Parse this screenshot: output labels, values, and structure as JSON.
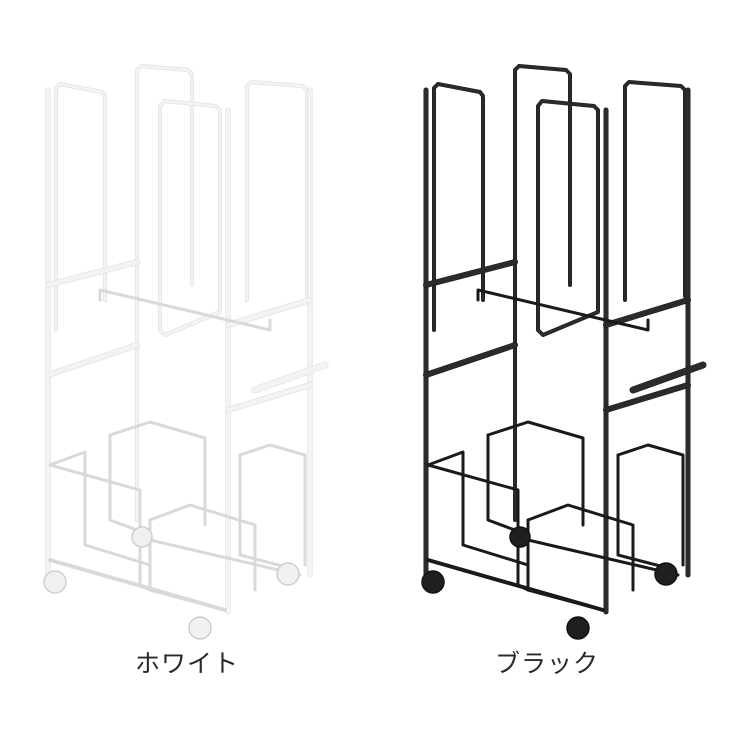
{
  "variants": [
    {
      "label": "ホワイト",
      "color_name": "white",
      "frame_color": "#f3f3f3",
      "edge_color": "#d9d9d9",
      "wheel_color": "#f0f0f0",
      "wheel_edge": "#cfcfcf"
    },
    {
      "label": "ブラック",
      "color_name": "black",
      "frame_color": "#2b2b2b",
      "edge_color": "#1a1a1a",
      "wheel_color": "#1f1f1f",
      "wheel_edge": "#111111"
    }
  ],
  "background": "#ffffff"
}
